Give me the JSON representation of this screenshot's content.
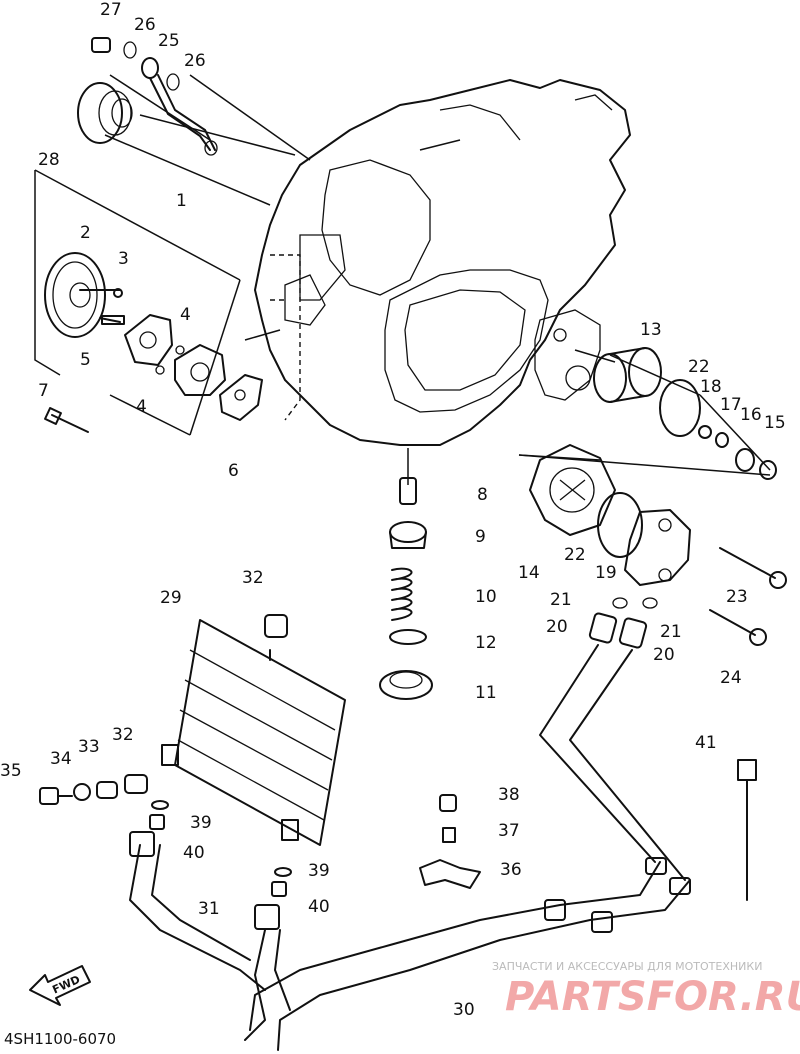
{
  "diagram": {
    "part_numbers": [
      "1",
      "2",
      "3",
      "4",
      "4",
      "5",
      "6",
      "7",
      "8",
      "9",
      "10",
      "11",
      "12",
      "13",
      "14",
      "15",
      "16",
      "17",
      "18",
      "19",
      "20",
      "20",
      "21",
      "21",
      "22",
      "22",
      "23",
      "24",
      "25",
      "26",
      "26",
      "27",
      "28",
      "29",
      "30",
      "31",
      "32",
      "32",
      "33",
      "34",
      "35",
      "36",
      "37",
      "38",
      "39",
      "39",
      "40",
      "40",
      "41"
    ],
    "diagram_code": "4SH1100-6070",
    "direction_label": "FWD"
  },
  "watermark": {
    "tagline": "ЗАПЧАСТИ И АКСЕССУАРЫ ДЛЯ МОТОТЕХНИКИ",
    "brand": "PARTSFOR.RU",
    "brand_color": "#f2a8a8"
  }
}
